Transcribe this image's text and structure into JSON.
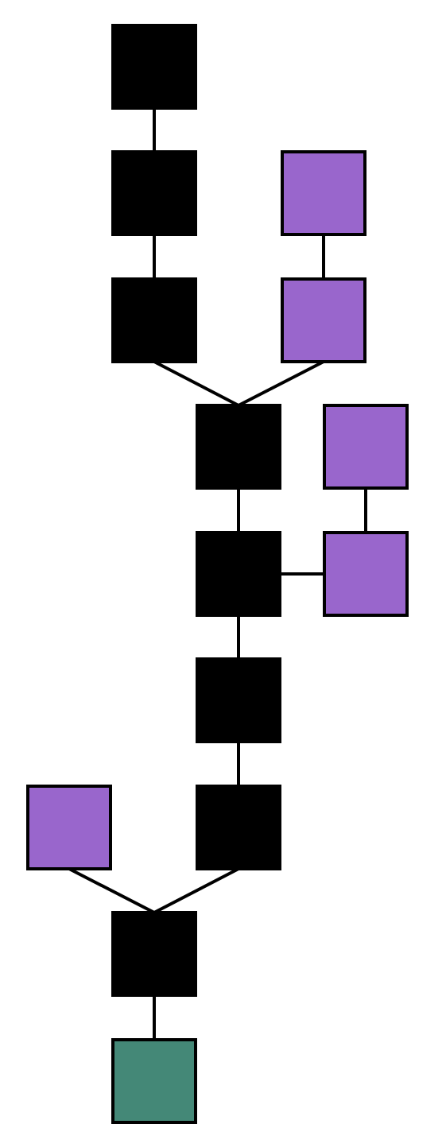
{
  "colors": {
    "black": "#000000",
    "purple": "#9966CC",
    "teal": "#448877",
    "background": "#FFFFFF"
  },
  "nodes": [
    {
      "id": "n1",
      "color": "black"
    },
    {
      "id": "n2",
      "color": "black"
    },
    {
      "id": "n3",
      "color": "black"
    },
    {
      "id": "p1",
      "color": "purple"
    },
    {
      "id": "p2",
      "color": "purple"
    },
    {
      "id": "n4",
      "color": "black"
    },
    {
      "id": "p3",
      "color": "purple"
    },
    {
      "id": "n5",
      "color": "black"
    },
    {
      "id": "p4",
      "color": "purple"
    },
    {
      "id": "n6",
      "color": "black"
    },
    {
      "id": "n7",
      "color": "black"
    },
    {
      "id": "p5",
      "color": "purple"
    },
    {
      "id": "n8",
      "color": "black"
    },
    {
      "id": "t1",
      "color": "teal"
    }
  ],
  "edges": [
    {
      "from": "n1",
      "to": "n2"
    },
    {
      "from": "n2",
      "to": "n3"
    },
    {
      "from": "p1",
      "to": "p2"
    },
    {
      "from": "n3",
      "to": "n4"
    },
    {
      "from": "p2",
      "to": "n4"
    },
    {
      "from": "n4",
      "to": "n5"
    },
    {
      "from": "p3",
      "to": "p4"
    },
    {
      "from": "n5",
      "to": "p4"
    },
    {
      "from": "n5",
      "to": "n6"
    },
    {
      "from": "n6",
      "to": "n7"
    },
    {
      "from": "p5",
      "to": "n8"
    },
    {
      "from": "n7",
      "to": "n8"
    },
    {
      "from": "n8",
      "to": "t1"
    }
  ]
}
